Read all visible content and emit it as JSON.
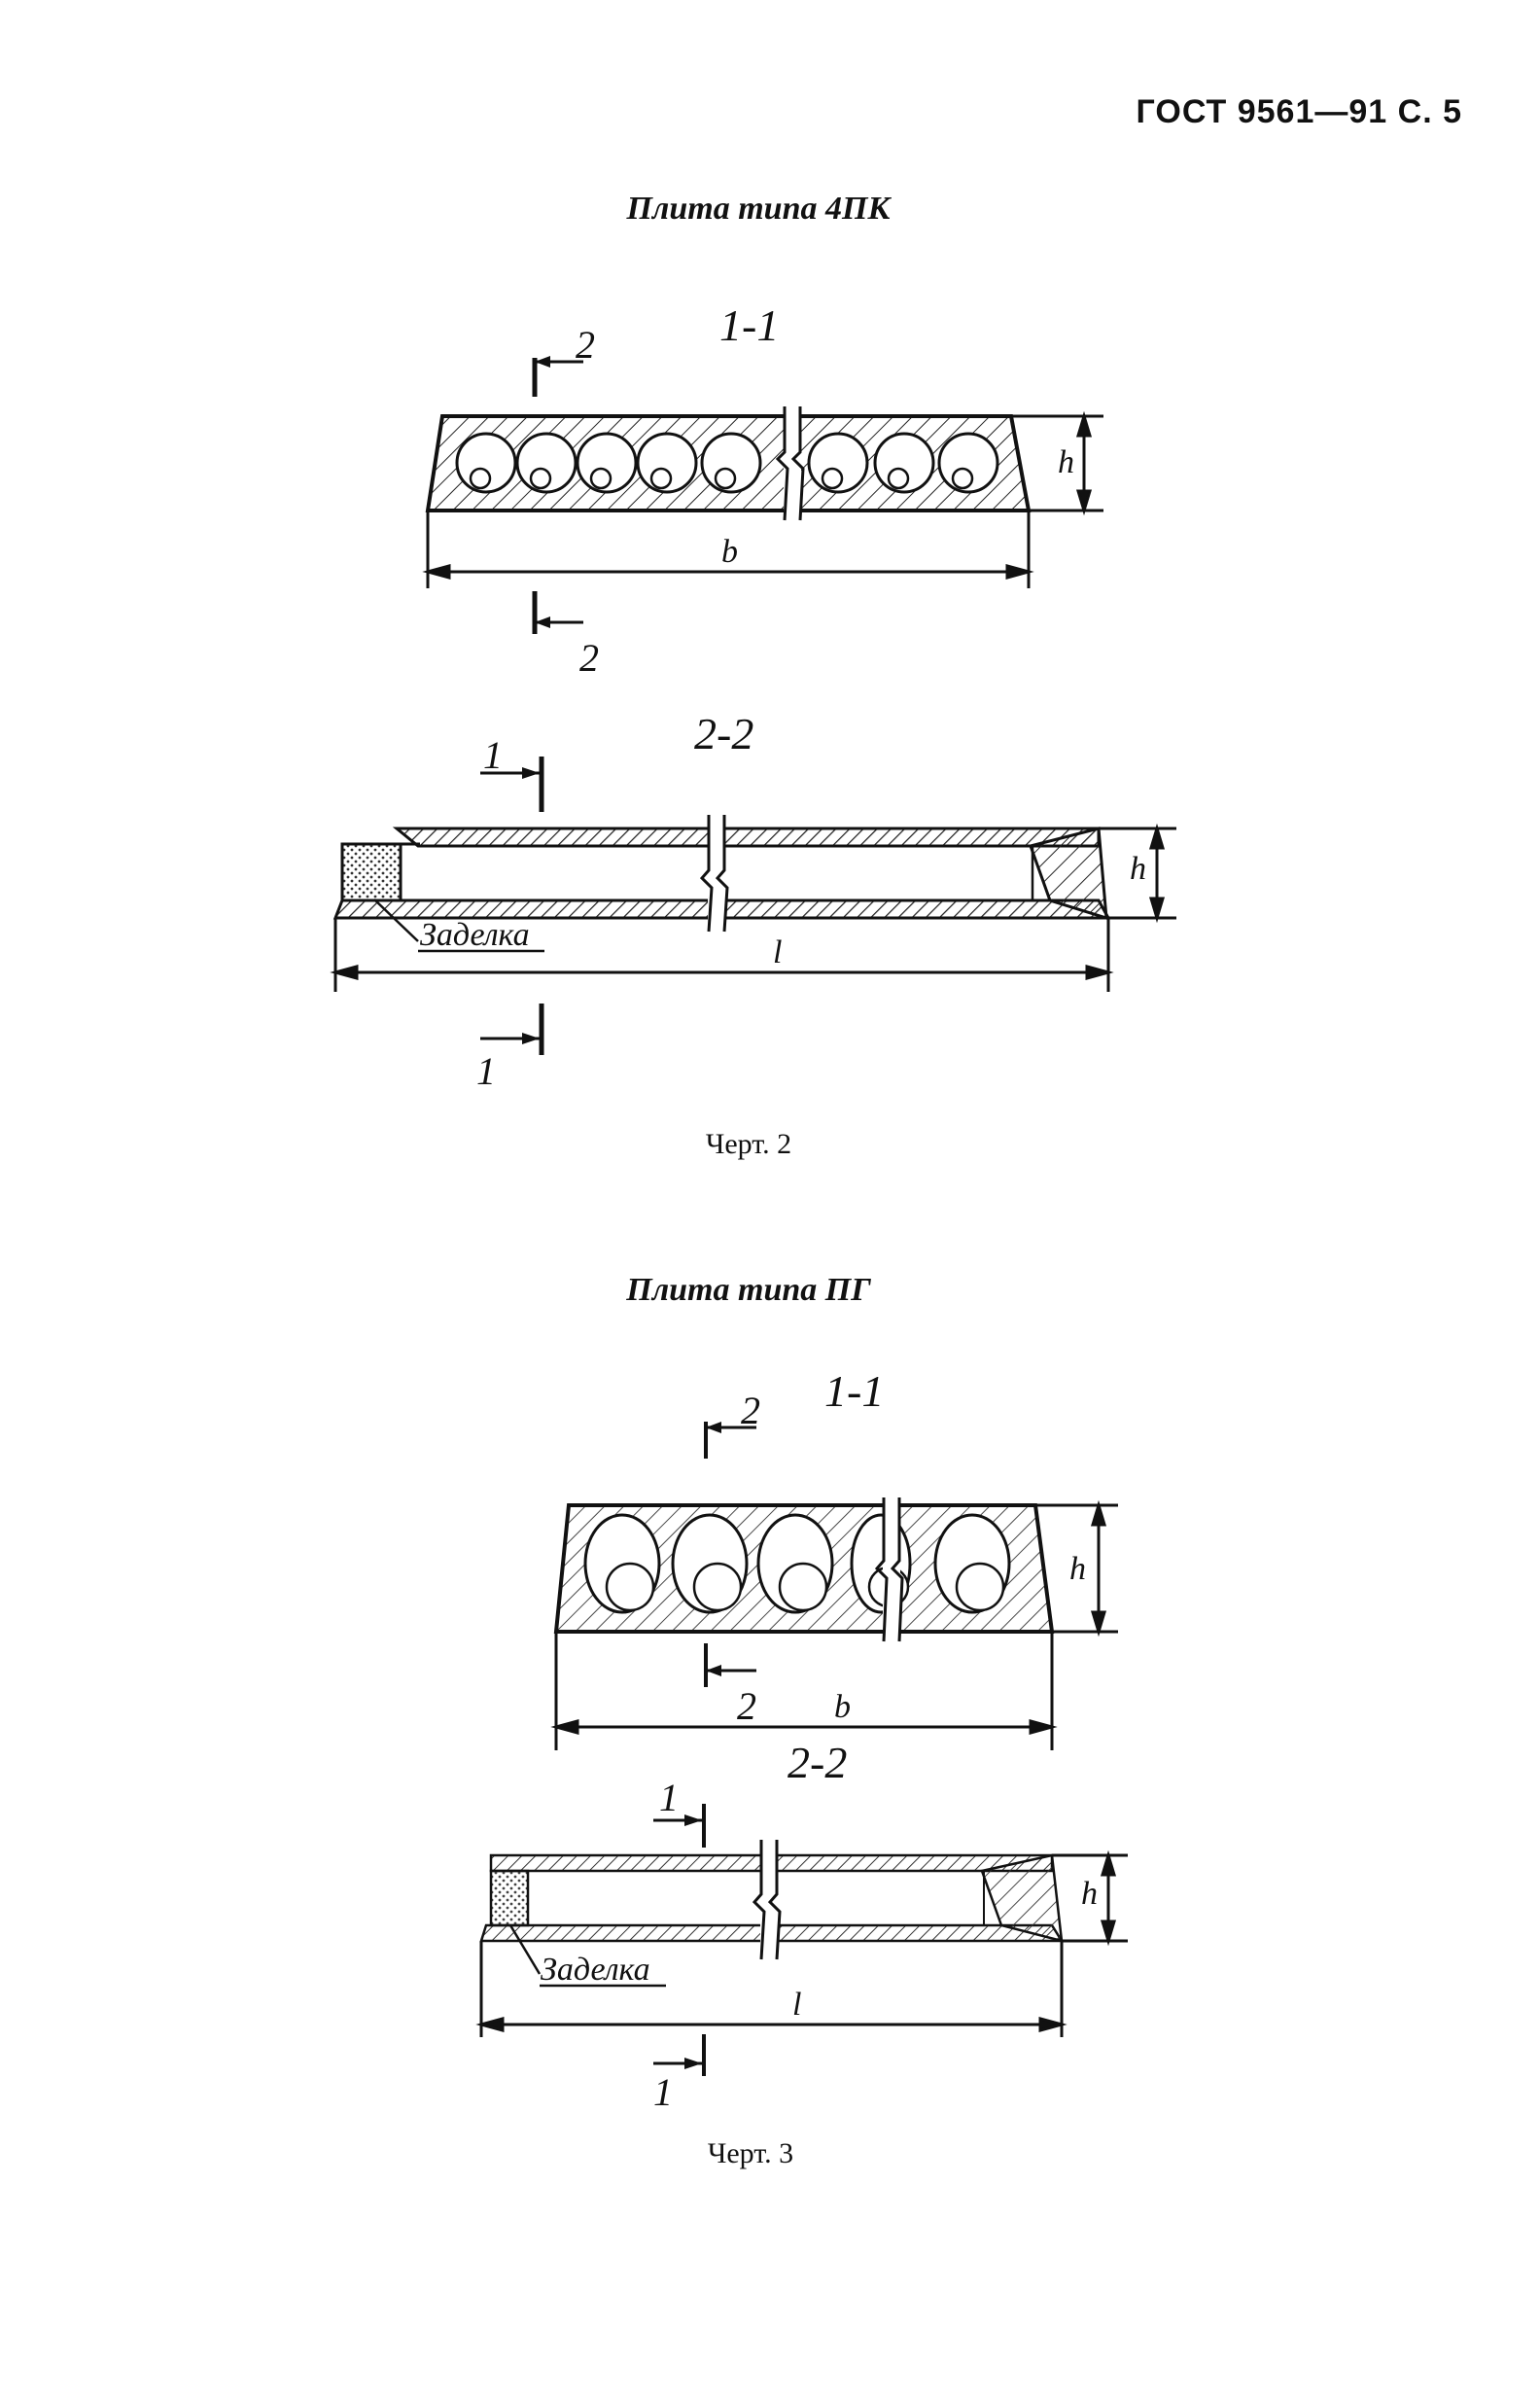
{
  "header": "ГОСТ 9561—91 С. 5",
  "fig2": {
    "title": "Плита типа 4ПК",
    "caption": "Черт. 2",
    "section_a": "1-1",
    "section_b": "2-2",
    "mark_a": "2",
    "mark_b": "1",
    "dim_width": "b",
    "dim_height": "h",
    "dim_length": "l",
    "label_seal": "Заделка"
  },
  "fig3": {
    "title": "Плита типа ПГ",
    "caption": "Черт. 3",
    "section_a": "1-1",
    "section_b": "2-2",
    "mark_a": "2",
    "mark_b": "1",
    "dim_width": "b",
    "dim_height": "h",
    "dim_length": "l",
    "label_seal": "Заделка"
  }
}
